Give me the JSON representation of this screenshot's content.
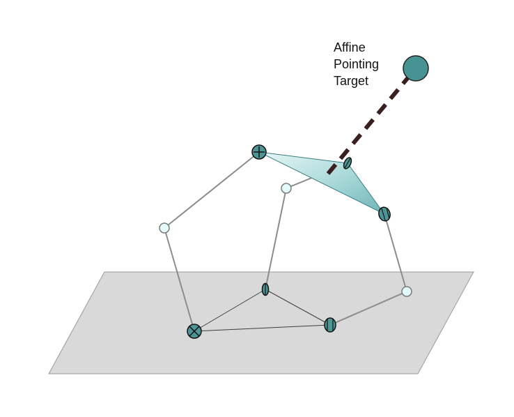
{
  "target_label": {
    "lines": [
      "Affine",
      "Pointing",
      "Target"
    ]
  },
  "colors": {
    "ground_plane": "#d9d9d9",
    "link": "#8c8c8c",
    "joint_fill_open": "#e4fbfb",
    "joint_fill_active": "#4e9595",
    "platform_light": "#e6f6f6",
    "platform_dark": "#7fc0c0",
    "pointing_ray": "#3a1f20",
    "target": "#479393"
  },
  "elements": {
    "ground_plane": "parallelogram",
    "moving_platform": "triangle",
    "legs": 3,
    "pointing_ray": "dashed",
    "target": "circle"
  }
}
